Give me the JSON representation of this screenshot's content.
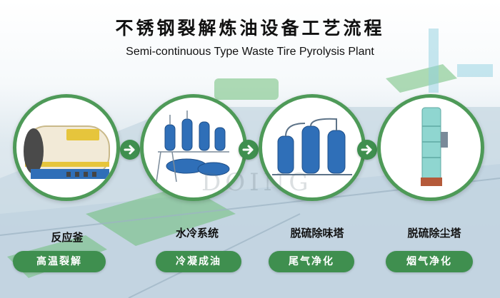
{
  "title_cn": "不锈钢裂解炼油设备工艺流程",
  "title_en": "Semi-continuous Type Waste Tire Pyrolysis Plant",
  "watermark": "DOING",
  "steps": [
    {
      "name": "反应釜",
      "process": "高温裂解",
      "image": "pyrolysis-reactor"
    },
    {
      "name": "水冷系统",
      "process": "冷凝成油",
      "image": "water-cooling-condensers"
    },
    {
      "name": "脱硫除味塔",
      "process": "尾气净化",
      "image": "desulfurization-deodorization-towers"
    },
    {
      "name": "脱硫除尘塔",
      "process": "烟气净化",
      "image": "desulfurization-dust-removal-tower"
    }
  ],
  "arrow_icon": "arrow-right-icon",
  "colors": {
    "accent_green": "#3f8f4f",
    "ring_green": "#4e9a58",
    "equipment_blue": "#2f6fb8",
    "background_blue": "#cfdde6"
  }
}
